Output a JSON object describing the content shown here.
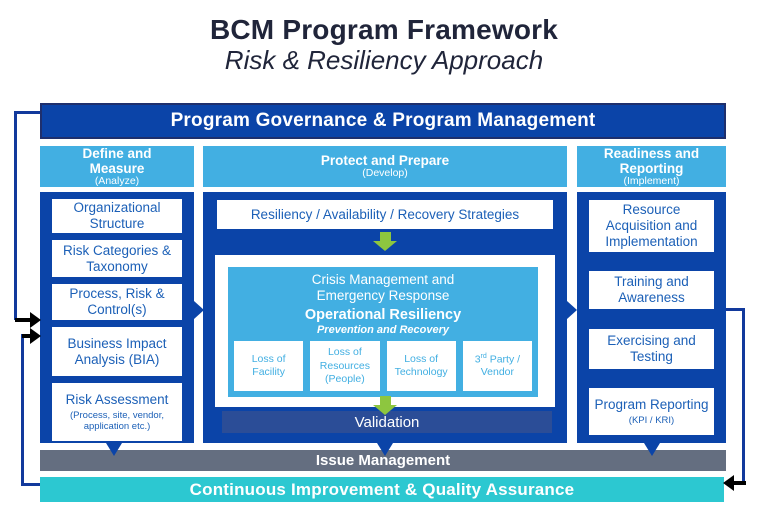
{
  "title": {
    "main": "BCM Program Framework",
    "sub": "Risk & Resiliency Approach"
  },
  "governance": {
    "label": "Program Governance & Program Management"
  },
  "columns": {
    "left": {
      "header": {
        "title": "Define and Measure",
        "subtitle": "(Analyze)"
      },
      "boxes": [
        {
          "label": "Organizational Structure"
        },
        {
          "label": "Risk Categories & Taxonomy"
        },
        {
          "label": "Process, Risk & Control(s)"
        },
        {
          "label": "Business Impact Analysis (BIA)"
        },
        {
          "label": "Risk Assessment",
          "note": "(Process, site, vendor, application etc.)"
        }
      ]
    },
    "middle": {
      "header": {
        "title": "Protect and Prepare",
        "subtitle": "(Develop)"
      },
      "strategies_label": "Resiliency / Availability / Recovery Strategies",
      "crisis": {
        "title_line1": "Crisis Management and",
        "title_line2": "Emergency Response",
        "subtitle": "Operational Resiliency",
        "tagline": "Prevention and Recovery",
        "loss_boxes": [
          {
            "label": "Loss of Facility"
          },
          {
            "label": "Loss of Resources (People)"
          },
          {
            "label": "Loss of Technology"
          },
          {
            "prefix": "3",
            "sup": "rd",
            "suffix": " Party / Vendor"
          }
        ]
      },
      "validation_label": "Validation"
    },
    "right": {
      "header": {
        "title": "Readiness and Reporting",
        "subtitle": "(Implement)"
      },
      "boxes": [
        {
          "label": "Resource Acquisition and Implementation"
        },
        {
          "label": "Training and Awareness"
        },
        {
          "label": "Exercising and Testing"
        },
        {
          "label": "Program Reporting",
          "note": "(KPI / KRI)"
        }
      ]
    }
  },
  "issue_bar": {
    "label": "Issue Management"
  },
  "improvement_bar": {
    "label": "Continuous Improvement & Quality Assurance"
  },
  "colors": {
    "royal_blue": "#0b44a8",
    "navy_border": "#1e2f6d",
    "connector_navy": "#12399c",
    "light_blue": "#42afe2",
    "box_text_blue": "#1c60b7",
    "validation_blue": "#2b4d97",
    "lime_green": "#8dc63f",
    "slate_gray": "#646e80",
    "teal": "#2cc8d1",
    "title_navy": "#20253a"
  }
}
